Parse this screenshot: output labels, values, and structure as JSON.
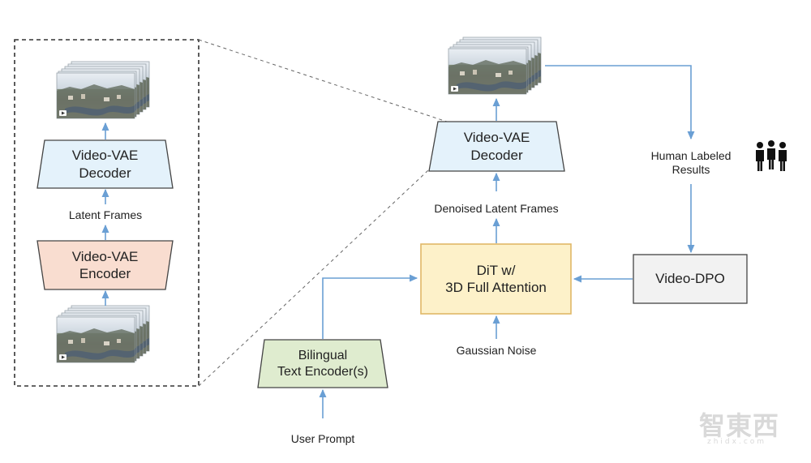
{
  "diagram": {
    "inset": {
      "vae_decoder": {
        "line1": "Video-VAE",
        "line2": "Decoder"
      },
      "latent_frames": "Latent Frames",
      "vae_encoder": {
        "line1": "Video-VAE",
        "line2": "Encoder"
      }
    },
    "main": {
      "vae_decoder": {
        "line1": "Video-VAE",
        "line2": "Decoder"
      },
      "denoised_latent_frames": "Denoised Latent Frames",
      "dit": {
        "line1": "DiT w/",
        "line2": "3D Full Attention"
      },
      "gaussian_noise": "Gaussian Noise",
      "text_encoder": {
        "line1": "Bilingual",
        "line2": "Text Encoder(s)"
      },
      "user_prompt": "User Prompt",
      "video_dpo": "Video-DPO",
      "human_labeled": {
        "line1": "Human Labeled",
        "line2": "Results"
      }
    },
    "watermark": {
      "brand": "智東西",
      "domain": "zhidx.com"
    }
  },
  "colors": {
    "arrow": "#6a9fd4",
    "decoder_fill": "#e4f2fb",
    "encoder_fill": "#f9ddd0",
    "dit_fill": "#fdf1c9",
    "dit_stroke": "#e0b867",
    "text_encoder_fill": "#dfeccf",
    "dpo_fill": "#f2f2f2",
    "box_stroke": "#444444"
  },
  "icons": [
    "video-frames-stack-icon",
    "people-group-icon",
    "play-icon"
  ]
}
